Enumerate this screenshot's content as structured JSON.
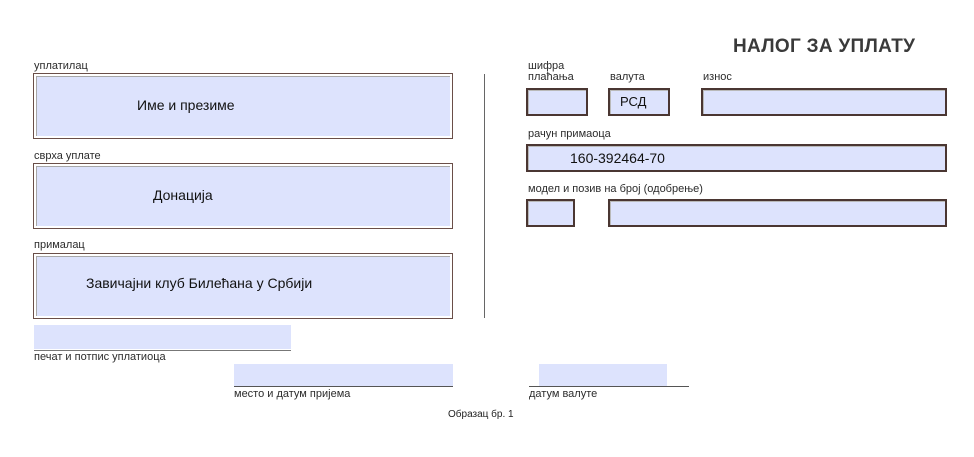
{
  "form": {
    "title": "НАЛОГ ЗА УПЛАТУ",
    "payer_label": "уплатилац",
    "payer_value": "Име и презиме",
    "purpose_label": "сврха уплате",
    "purpose_value": "Донација",
    "recipient_label": "прималац",
    "recipient_value": "Завичајни клуб Билећана у Србији",
    "payment_code_label_line1": "шифра",
    "payment_code_label_line2": "плаћања",
    "payment_code_value": "",
    "currency_label": "валута",
    "currency_value": "РСД",
    "amount_label": "износ",
    "amount_value": "",
    "account_label": "рачун примаоца",
    "account_value": "160-392464-70",
    "model_label": "модел и позив на број (одобрење)",
    "model_value": "",
    "reference_value": "",
    "signature_label": "печат и потпис уплатиоца",
    "place_date_label": "место и датум пријема",
    "value_date_label": "датум валуте",
    "form_number": "Образац бр. 1"
  }
}
